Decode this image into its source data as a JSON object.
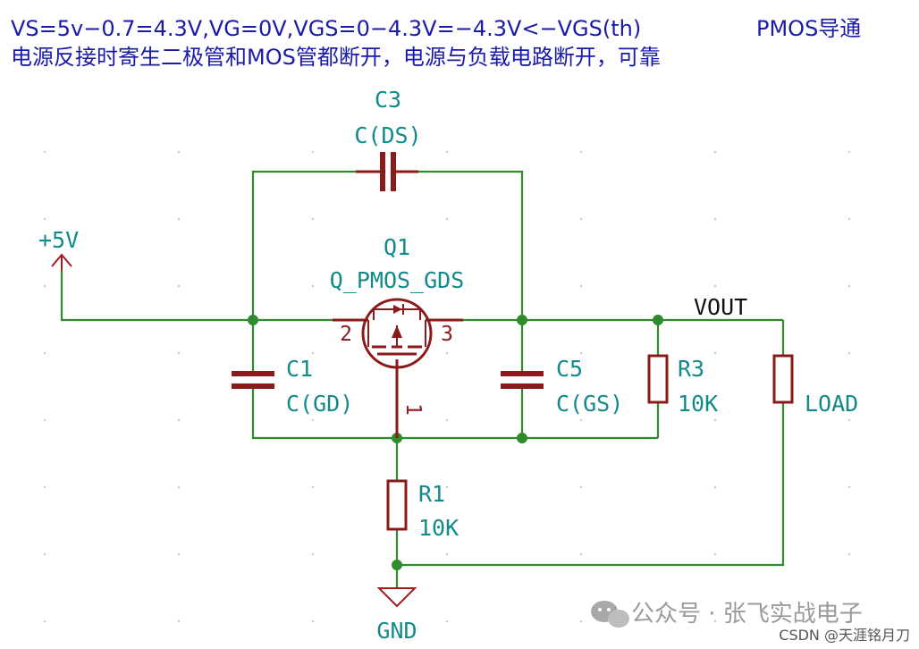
{
  "header": {
    "line1_formula": "VS=5v−0.7=4.3V,VG=0V,VGS=0−4.3V=−4.3V<−VGS(th)",
    "line1_status": "PMOS导通",
    "line2": "电源反接时寄生二极管和MOS管都断开，电源与负载电路断开，可靠"
  },
  "components": {
    "c3": {
      "ref": "C3",
      "value": "C(DS)"
    },
    "q1": {
      "ref": "Q1",
      "value": "Q_PMOS_GDS",
      "pin_source": "2",
      "pin_drain": "3",
      "pin_gate": "1"
    },
    "c1": {
      "ref": "C1",
      "value": "C(GD)"
    },
    "c5": {
      "ref": "C5",
      "value": "C(GS)"
    },
    "r3": {
      "ref": "R3",
      "value": "10K"
    },
    "r1": {
      "ref": "R1",
      "value": "10K"
    },
    "load": {
      "ref": "LOAD"
    }
  },
  "nets": {
    "supply": "+5V",
    "vout": "VOUT",
    "ground": "GND"
  },
  "watermark": {
    "channel": "公众号 · 张飞实战电子",
    "credit": "CSDN @天涯铭月刀"
  },
  "colors": {
    "wire": "#2e8b2e",
    "component": "#8b1a1a",
    "reference_text": "#138a8a",
    "header_text": "#1a1aa8"
  }
}
